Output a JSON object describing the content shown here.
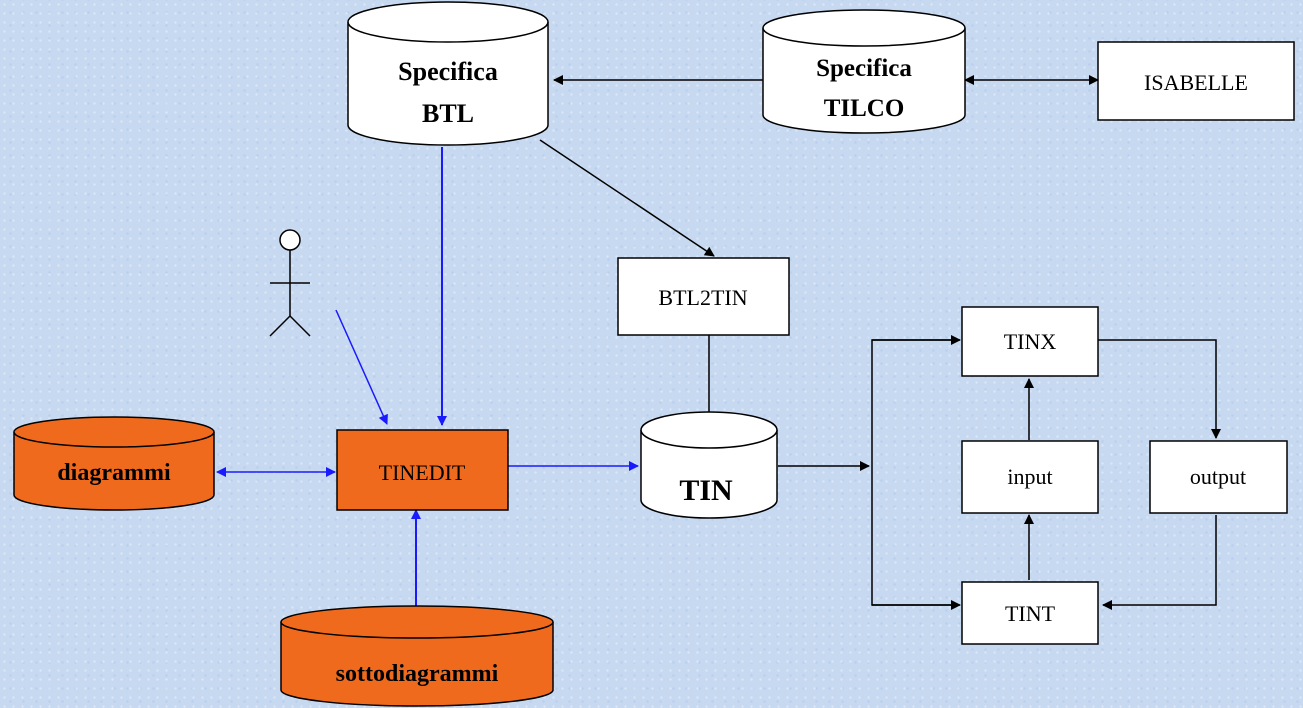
{
  "nodes": {
    "specifica_btl": {
      "line1": "Specifica",
      "line2": "BTL"
    },
    "specifica_tilco": {
      "line1": "Specifica",
      "line2": "TILCO"
    },
    "isabelle": "ISABELLE",
    "btl2tin": "BTL2TIN",
    "tin": "TIN",
    "tinedit": "TINEDIT",
    "diagrammi": "diagrammi",
    "sottodiagrammi": "sottodiagrammi",
    "tinx": "TINX",
    "input": "input",
    "output": "output",
    "tint": "TINT"
  },
  "colors": {
    "background": "#c6d9f1",
    "orange_fill": "#f06a1d",
    "white_fill": "#ffffff",
    "blue_arrow": "#1a1aff",
    "black_arrow": "#000000"
  }
}
